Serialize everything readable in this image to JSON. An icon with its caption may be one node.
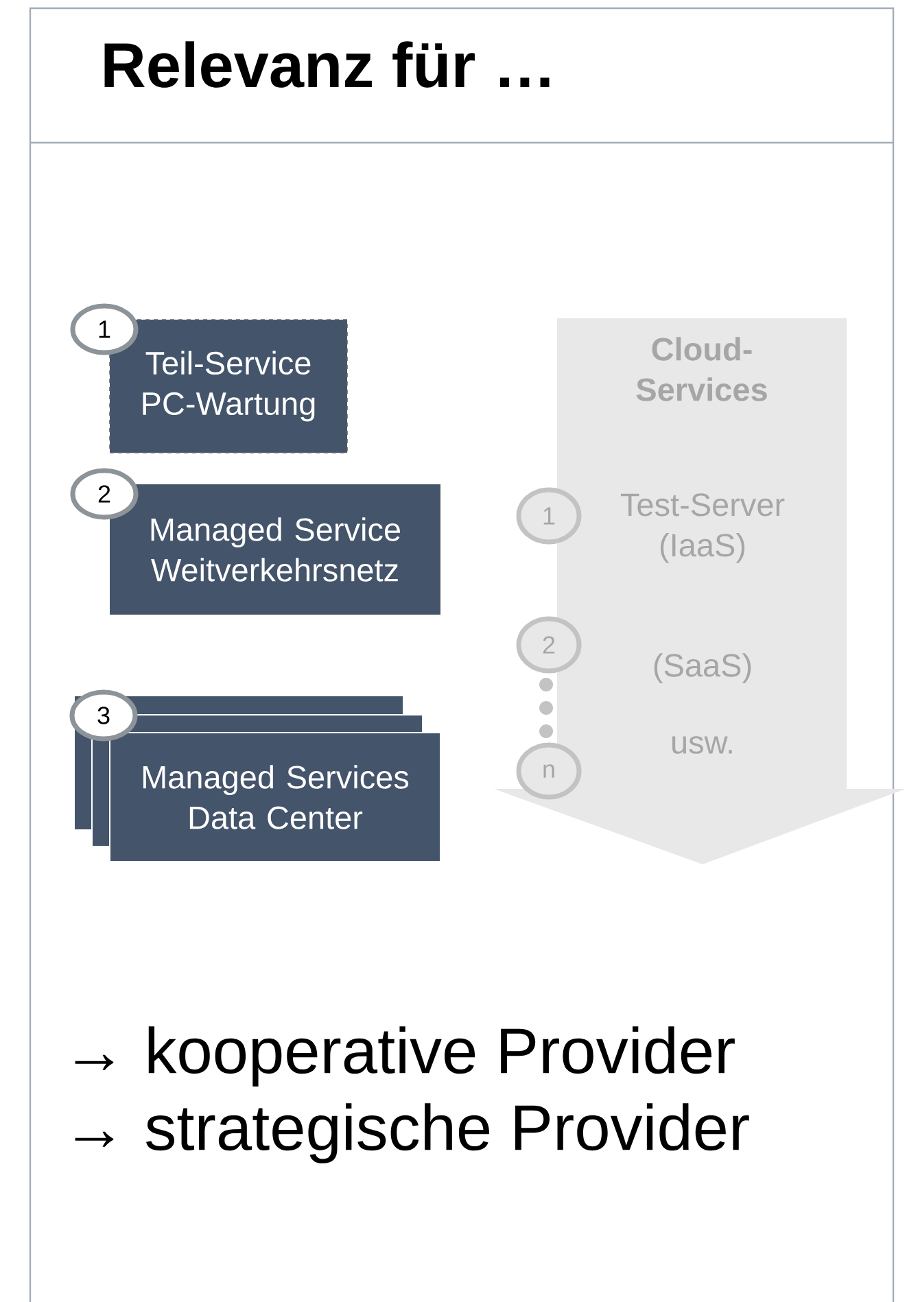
{
  "diagram": {
    "title": "Relevanz für …",
    "nodes": [
      {
        "text": [
          "1"
        ]
      },
      {
        "text": [
          "Teil-Service PC-Wartung"
        ]
      },
      {
        "text": [
          "2"
        ]
      },
      {
        "text": [
          "Managed Service Weitverkehrsnetz"
        ]
      },
      {
        "text": [
          "3"
        ],
        "in": 5
      },
      {
        "text": [
          "Managed Services Data Center"
        ]
      },
      {
        "text": [
          "Cloud-Services"
        ]
      },
      {
        "text": [
          "1"
        ]
      },
      {
        "text": [
          "Test-Server (IaaS)"
        ],
        "in": 6
      },
      {
        "text": [
          "2"
        ]
      },
      {
        "text": [
          "(SaaS)"
        ],
        "in": 6
      },
      {
        "text": [
          "n"
        ]
      },
      {
        "text": [
          "usw."
        ],
        "in": 6
      }
    ],
    "labels": [
      "→ kooperative Provider",
      "→ strategische Provider"
    ]
  }
}
